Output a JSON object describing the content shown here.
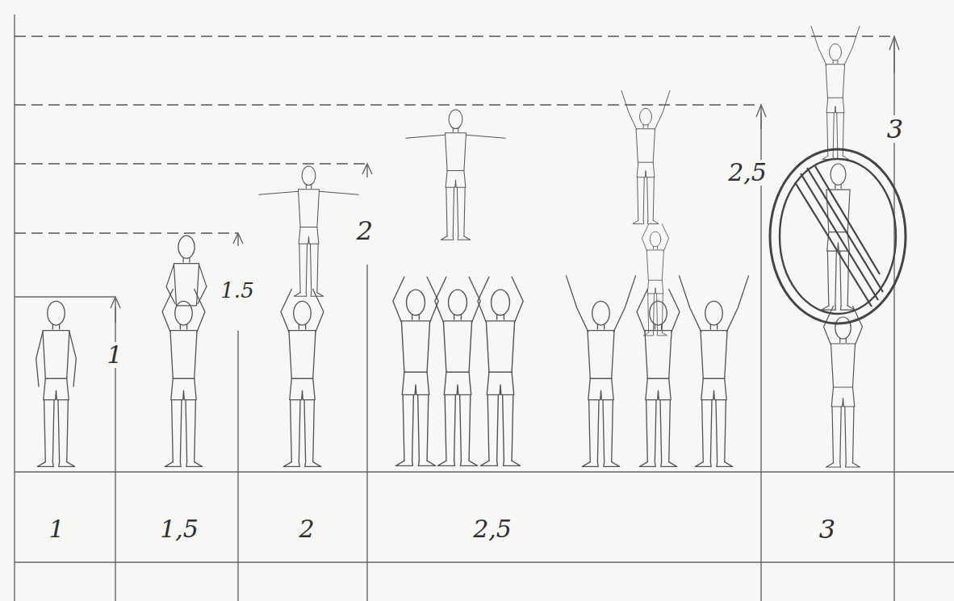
{
  "diagram": {
    "labels": [
      "1",
      "1.5",
      "2",
      "2,5",
      "3",
      "1",
      "1,5",
      "2",
      "2,5",
      "3"
    ]
  }
}
